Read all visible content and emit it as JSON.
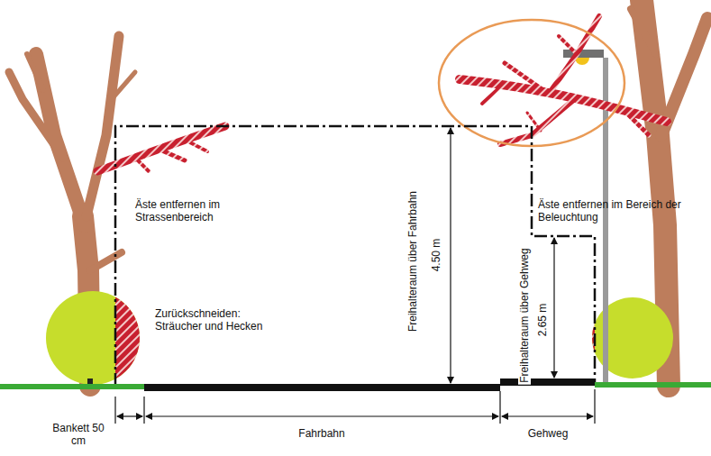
{
  "diagram": {
    "labels": [
      "Äste entfernen im Strassenbereich",
      "Zurückschneiden: Sträucher und Hecken",
      "Freihalteraum über Fahrbahn",
      "4.50 m",
      "Freihalteraum über Gehweg",
      "2.65 m",
      "Äste entfernen im Bereich der Beleuchtung",
      "Bankett 50 cm",
      "Fahrbahn",
      "Gehweg"
    ]
  }
}
